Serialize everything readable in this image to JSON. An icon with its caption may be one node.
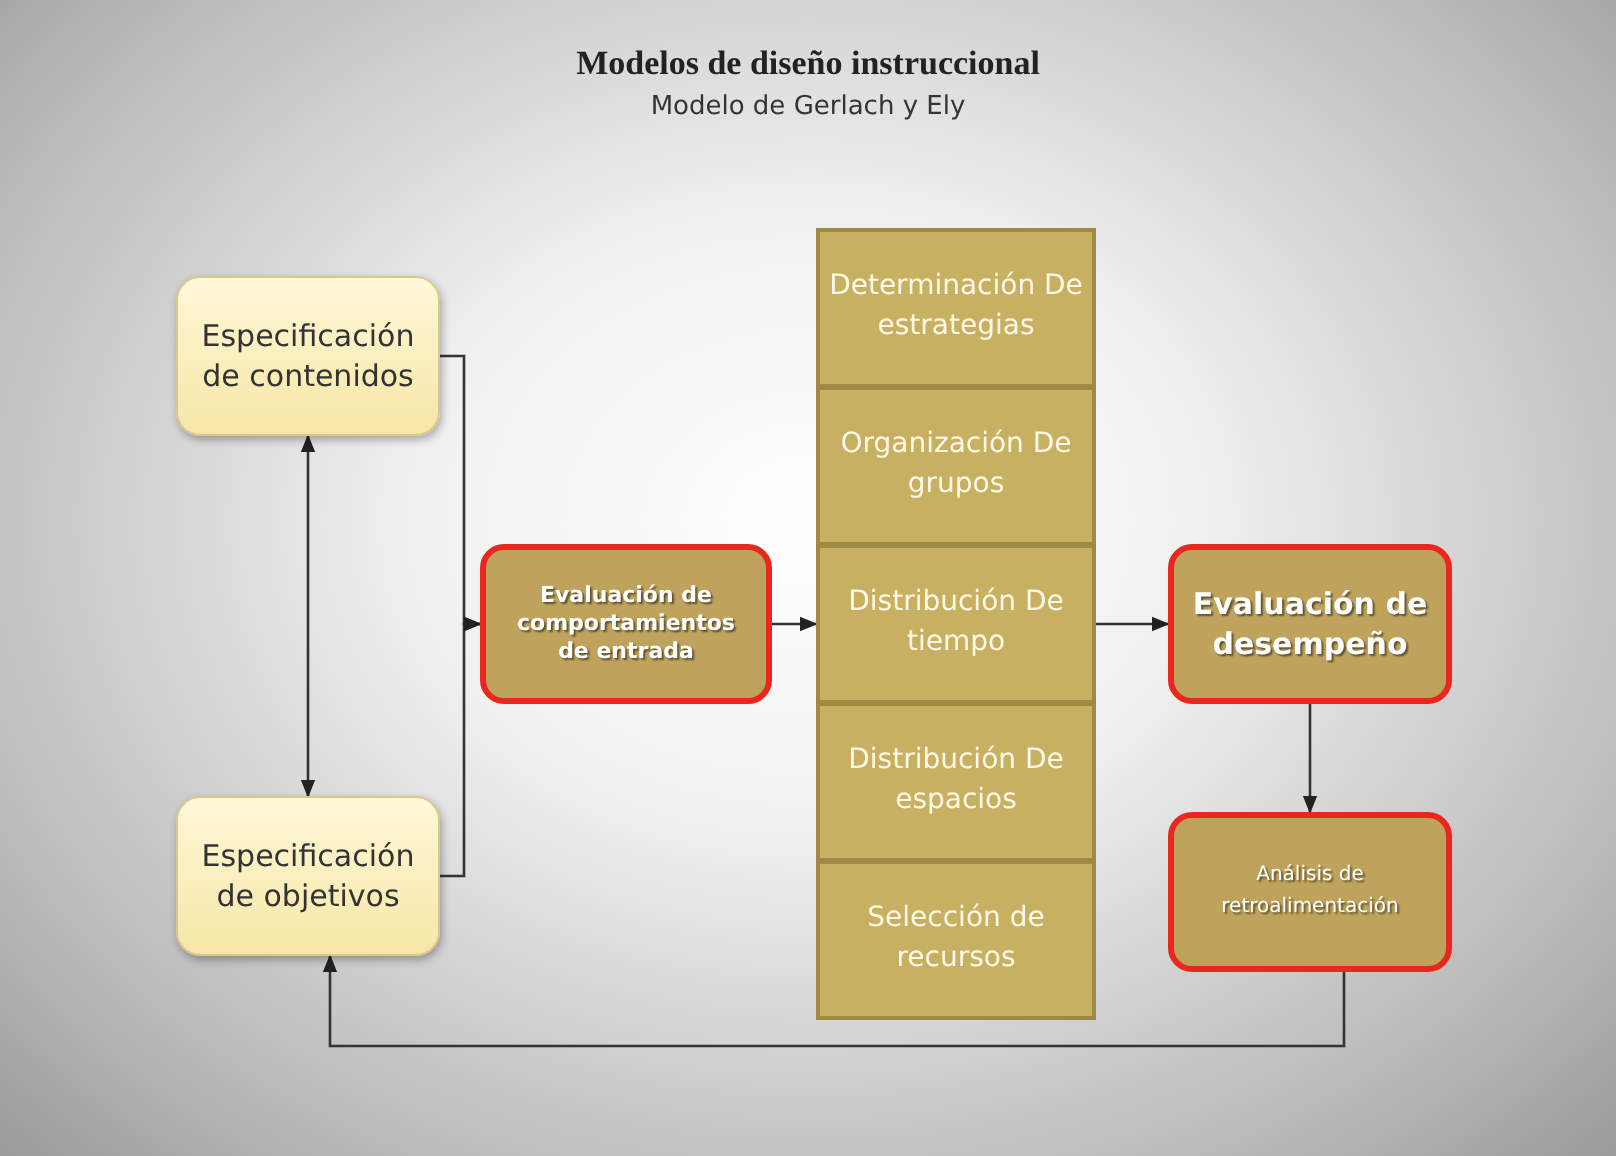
{
  "diagram": {
    "title": "Modelos de diseño instruccional",
    "nodes": [
      {
        "text": [
          "Especificación de contenidos"
        ]
      },
      {
        "text": [
          "Especificación de objetivos"
        ]
      },
      {
        "text": [
          "Evaluación de comportamientos de entrada"
        ]
      },
      {
        "text": [
          "Determinación De estrategias"
        ]
      },
      {
        "text": [
          "Organización De grupos"
        ]
      },
      {
        "text": [
          "Distribución De tiempo"
        ]
      },
      {
        "text": [
          "Distribución De espacios"
        ]
      },
      {
        "text": [
          "Selección de recursos"
        ]
      },
      {
        "text": [
          "Evaluación de desempeño"
        ]
      },
      {
        "text": [
          "Análisis de retroalimentación"
        ]
      }
    ],
    "edges": [
      {
        "from": 0,
        "to": 1,
        "arrow": "both"
      },
      {
        "from": 0,
        "to": 2,
        "arrow": "to"
      },
      {
        "from": 1,
        "to": 2,
        "arrow": "to"
      },
      {
        "from": 2,
        "to": 5,
        "arrow": "to"
      },
      {
        "from": 5,
        "to": 8,
        "arrow": "to"
      },
      {
        "from": 8,
        "to": 9,
        "arrow": "to"
      },
      {
        "from": 9,
        "to": 1,
        "arrow": "to"
      }
    ],
    "labels": [
      "Modelo de Gerlach y Ely"
    ]
  }
}
